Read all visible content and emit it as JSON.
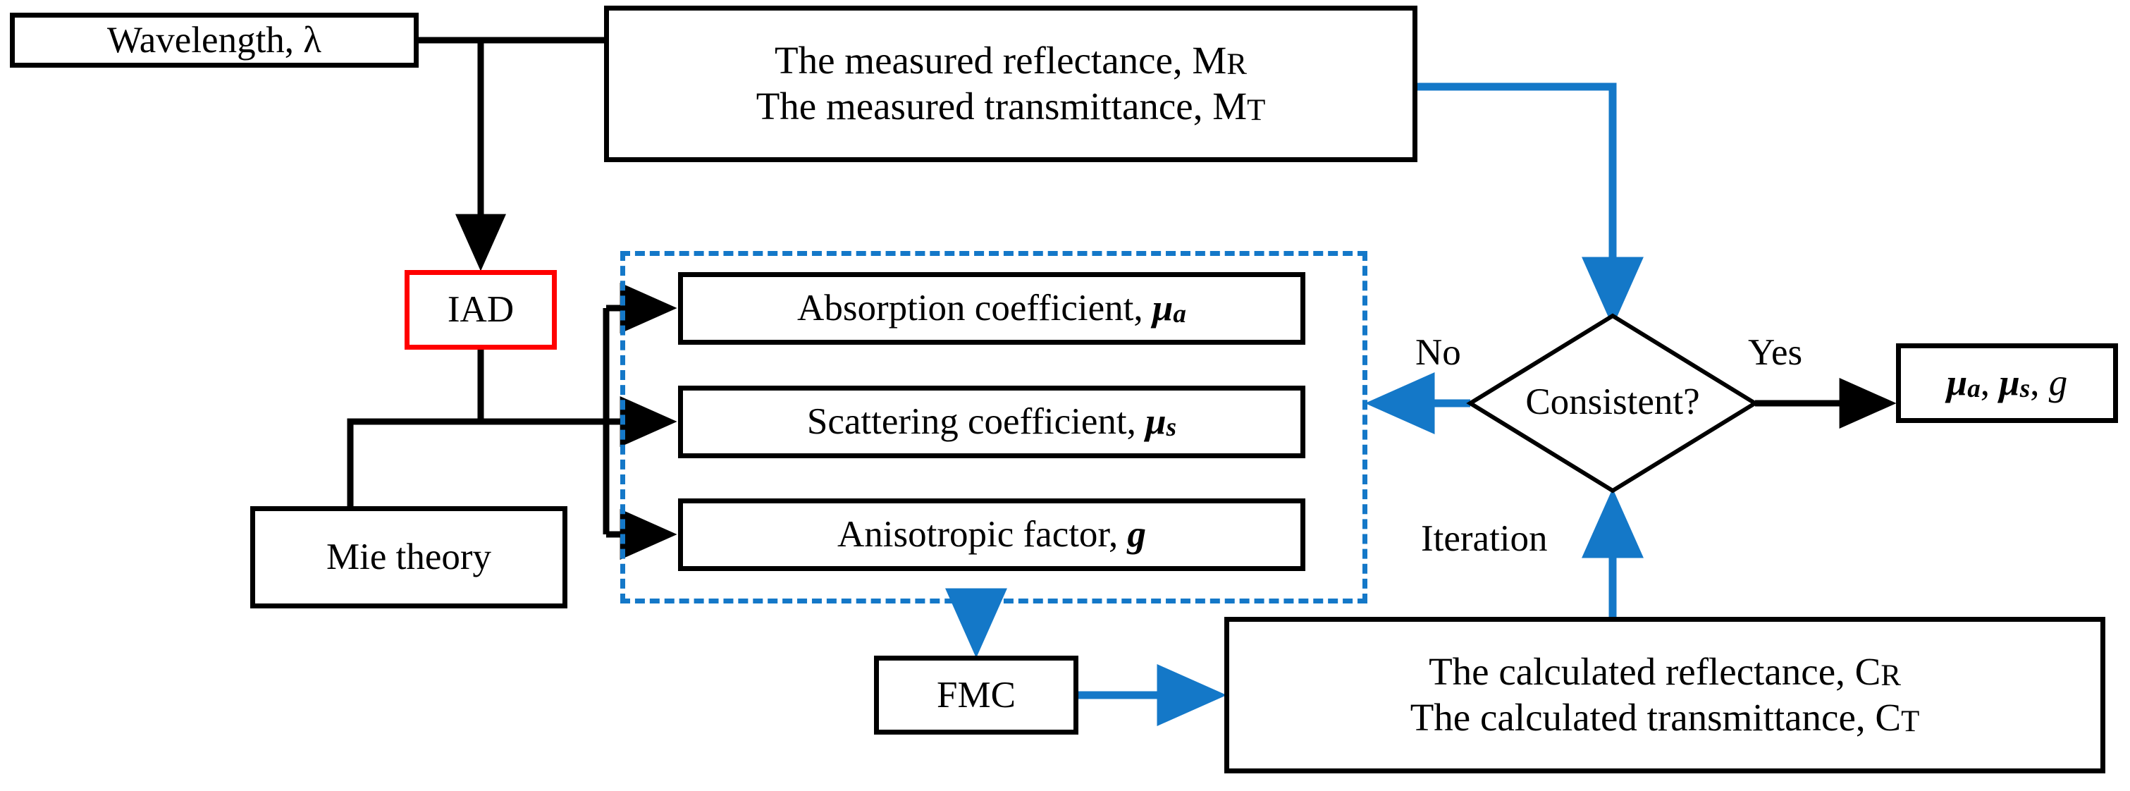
{
  "diagram": {
    "title": "IAD / Mie theory inverse optical-property retrieval flowchart",
    "colors": {
      "stroke_black": "#000000",
      "accent_blue": "#1478c8",
      "highlight_red": "#ff0000",
      "background": "#ffffff"
    }
  },
  "nodes": {
    "wavelength": {
      "label": "Wavelength, λ"
    },
    "measured": {
      "line1_text": "The measured reflectance, M",
      "line1_sub": "R",
      "line2_text": "The measured transmittance, M",
      "line2_sub": "T"
    },
    "iad": {
      "label": "IAD"
    },
    "mie_theory": {
      "label": "Mie theory"
    },
    "absorption": {
      "text": "Absorption coefficient, ",
      "symbol": "μ",
      "subscript": "a"
    },
    "scattering": {
      "text": "Scattering coefficient, ",
      "symbol": "μ",
      "subscript": "s"
    },
    "anisotropic": {
      "text": "Anisotropic factor, ",
      "symbol": "g",
      "subscript": ""
    },
    "fmc": {
      "label": "FMC"
    },
    "calculated": {
      "line1_text": "The calculated reflectance, C",
      "line1_sub": "R",
      "line2_text": "The calculated transmittance, C",
      "line2_sub": "T"
    },
    "decision": {
      "label": "Consistent?"
    },
    "result": {
      "mu_a_symbol": "μ",
      "mu_a_sub": "a",
      "sep1": ", ",
      "mu_s_symbol": "μ",
      "mu_s_sub": "s",
      "sep2": ", ",
      "g_symbol": "g"
    }
  },
  "edge_labels": {
    "no": "No",
    "yes": "Yes",
    "iteration": "Iteration"
  }
}
